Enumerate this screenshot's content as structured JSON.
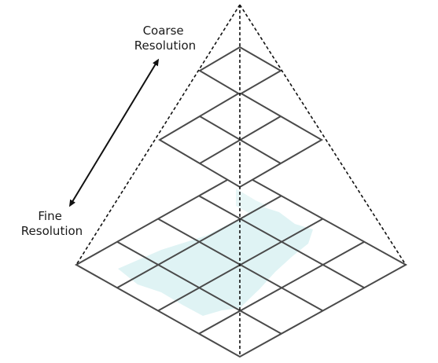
{
  "labels": {
    "coarse_line1": "Coarse",
    "coarse_line2": "Resolution",
    "fine_line1": "Fine",
    "fine_line2": "Resolution"
  },
  "pyramid": {
    "levels": [
      {
        "name": "coarse",
        "grid": 1
      },
      {
        "name": "medium",
        "grid": 2
      },
      {
        "name": "fine",
        "grid": 4
      }
    ]
  },
  "colors": {
    "grid_stroke": "#4a4a4a",
    "outline_stroke": "#111111",
    "arrow": "#111111",
    "map_fill": "#dff3f4"
  }
}
